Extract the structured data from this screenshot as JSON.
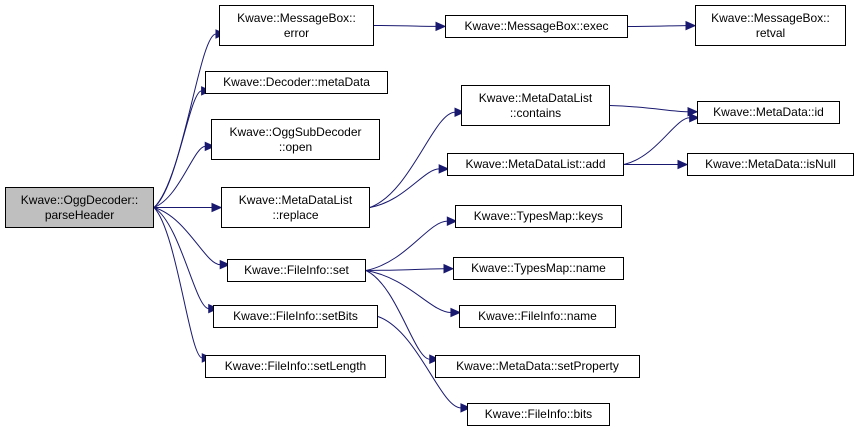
{
  "graph": {
    "edge_color": "#191970",
    "root_fill": "#bfbfbf",
    "nodes": [
      {
        "id": "root",
        "lines": [
          "Kwave::OggDecoder::",
          "parseHeader"
        ],
        "root": true
      },
      {
        "id": "mb_error",
        "lines": [
          "Kwave::MessageBox::",
          "error"
        ]
      },
      {
        "id": "mb_exec",
        "lines": [
          "Kwave::MessageBox::exec"
        ]
      },
      {
        "id": "mb_retval",
        "lines": [
          "Kwave::MessageBox::",
          "retval"
        ]
      },
      {
        "id": "dec_meta",
        "lines": [
          "Kwave::Decoder::metaData"
        ]
      },
      {
        "id": "ogg_open",
        "lines": [
          "Kwave::OggSubDecoder",
          "::open"
        ]
      },
      {
        "id": "mdl_replace",
        "lines": [
          "Kwave::MetaDataList",
          "::replace"
        ]
      },
      {
        "id": "mdl_contains",
        "lines": [
          "Kwave::MetaDataList",
          "::contains"
        ]
      },
      {
        "id": "mdl_add",
        "lines": [
          "Kwave::MetaDataList::add"
        ]
      },
      {
        "id": "md_id",
        "lines": [
          "Kwave::MetaData::id"
        ]
      },
      {
        "id": "md_isnull",
        "lines": [
          "Kwave::MetaData::isNull"
        ]
      },
      {
        "id": "fi_set",
        "lines": [
          "Kwave::FileInfo::set"
        ]
      },
      {
        "id": "tm_keys",
        "lines": [
          "Kwave::TypesMap::keys"
        ]
      },
      {
        "id": "tm_name",
        "lines": [
          "Kwave::TypesMap::name"
        ]
      },
      {
        "id": "fi_name",
        "lines": [
          "Kwave::FileInfo::name"
        ]
      },
      {
        "id": "md_setprop",
        "lines": [
          "Kwave::MetaData::setProperty"
        ]
      },
      {
        "id": "fi_setbits",
        "lines": [
          "Kwave::FileInfo::setBits"
        ]
      },
      {
        "id": "fi_setlength",
        "lines": [
          "Kwave::FileInfo::setLength"
        ]
      },
      {
        "id": "fi_bits",
        "lines": [
          "Kwave::FileInfo::bits"
        ]
      }
    ],
    "edges": [
      {
        "from": "root",
        "to": "mb_error"
      },
      {
        "from": "root",
        "to": "dec_meta"
      },
      {
        "from": "root",
        "to": "ogg_open"
      },
      {
        "from": "root",
        "to": "mdl_replace"
      },
      {
        "from": "root",
        "to": "fi_set"
      },
      {
        "from": "root",
        "to": "fi_setbits"
      },
      {
        "from": "root",
        "to": "fi_setlength"
      },
      {
        "from": "mb_error",
        "to": "mb_exec"
      },
      {
        "from": "mb_exec",
        "to": "mb_retval"
      },
      {
        "from": "mdl_replace",
        "to": "mdl_contains"
      },
      {
        "from": "mdl_replace",
        "to": "mdl_add"
      },
      {
        "from": "mdl_contains",
        "to": "md_id"
      },
      {
        "from": "mdl_add",
        "to": "md_id"
      },
      {
        "from": "mdl_add",
        "to": "md_isnull"
      },
      {
        "from": "fi_set",
        "to": "tm_keys"
      },
      {
        "from": "fi_set",
        "to": "tm_name"
      },
      {
        "from": "fi_set",
        "to": "fi_name"
      },
      {
        "from": "fi_set",
        "to": "md_setprop"
      },
      {
        "from": "fi_setbits",
        "to": "fi_bits"
      }
    ]
  }
}
